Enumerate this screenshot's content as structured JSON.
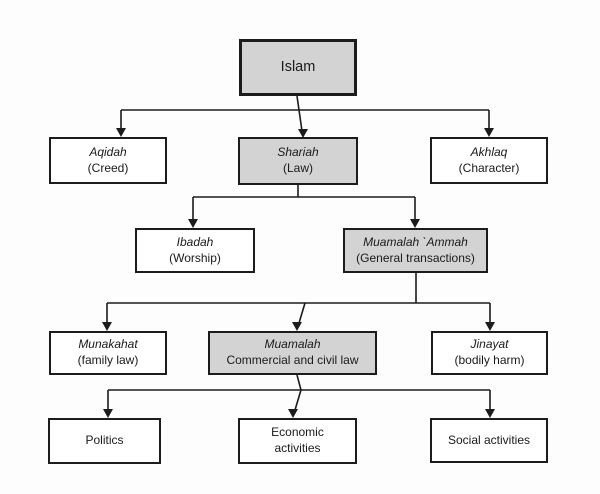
{
  "diagram": {
    "type": "flowchart",
    "colors": {
      "highlight_fill": "#d3d3d3",
      "plain_fill": "#ffffff",
      "border": "#1c1c1c",
      "text": "#1a1a1a",
      "background": "#fdfdfd"
    },
    "nodes": {
      "islam": {
        "name": "Islam",
        "sub": ""
      },
      "aqidah": {
        "name": "Aqidah",
        "sub": "(Creed)"
      },
      "shariah": {
        "name": "Shariah",
        "sub": "(Law)"
      },
      "akhlaq": {
        "name": "Akhlaq",
        "sub": "(Character)"
      },
      "ibadah": {
        "name": "Ibadah",
        "sub": "(Worship)"
      },
      "muamalah_ammah": {
        "name": "Muamalah `Ammah",
        "sub": "(General transactions)"
      },
      "munakahat": {
        "name": "Munakahat",
        "sub": "(family law)"
      },
      "muamalah": {
        "name": "Muamalah",
        "sub": "Commercial and civil law"
      },
      "jinayat": {
        "name": "Jinayat",
        "sub": "(bodily harm)"
      },
      "politics": {
        "name": "Politics",
        "sub": ""
      },
      "economic": {
        "name": "Economic activities",
        "sub": ""
      },
      "social": {
        "name": "Social activities",
        "sub": ""
      }
    },
    "hierarchy": [
      {
        "from": "Islam",
        "to": [
          "Aqidah",
          "Shariah",
          "Akhlaq"
        ]
      },
      {
        "from": "Shariah",
        "to": [
          "Ibadah",
          "Muamalah `Ammah"
        ]
      },
      {
        "from": "Muamalah `Ammah",
        "to": [
          "Munakahat",
          "Muamalah",
          "Jinayat"
        ]
      },
      {
        "from": "Muamalah",
        "to": [
          "Politics",
          "Economic activities",
          "Social activities"
        ]
      }
    ]
  }
}
